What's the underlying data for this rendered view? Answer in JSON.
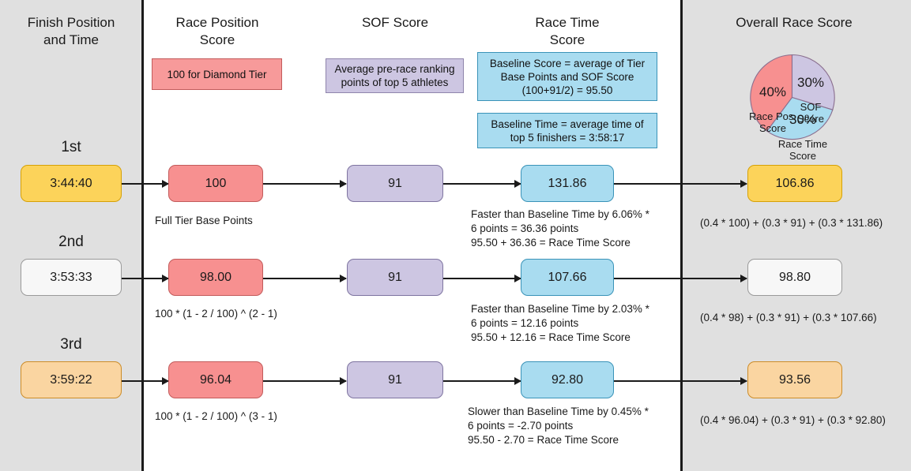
{
  "panels": {
    "left_header": "Finish Position\nand Time",
    "right_header": "Overall Race Score"
  },
  "columns": [
    {
      "id": "race-position-score",
      "title": "Race Position\nScore"
    },
    {
      "id": "sof-score",
      "title": "SOF Score"
    },
    {
      "id": "race-time-score",
      "title": "Race Time\nScore"
    }
  ],
  "notes": {
    "race_position": "100 for Diamond Tier",
    "sof": "Average pre-race ranking\npoints of top 5 athletes",
    "race_time_baseline_score": "Baseline Score = average of Tier\nBase Points and SOF Score\n(100+91/2) = 95.50",
    "race_time_baseline_time": "Baseline Time = average time of\ntop 5 finishers = 3:58:17"
  },
  "rows": [
    {
      "position": "1st",
      "finish_time": "3:44:40",
      "race_position_score": "100",
      "race_position_note": "Full Tier Base Points",
      "sof_score": "91",
      "race_time_score": "131.86",
      "race_time_note": "Faster than Baseline Time by 6.06% *\n6  points = 36.36 points\n95.50 + 36.36 = Race Time Score",
      "overall_score": "106.86",
      "overall_note": "(0.4 * 100) + (0.3 * 91) + (0.3 * 131.86)"
    },
    {
      "position": "2nd",
      "finish_time": "3:53:33",
      "race_position_score": "98.00",
      "race_position_note": "100 * (1 - 2 / 100) ^ (2 - 1)",
      "sof_score": "91",
      "race_time_score": "107.66",
      "race_time_note": "Faster than Baseline Time by 2.03% *\n6  points = 12.16 points\n95.50 + 12.16 = Race Time Score",
      "overall_score": "98.80",
      "overall_note": "(0.4 * 98) + (0.3 * 91) + (0.3 * 107.66)"
    },
    {
      "position": "3rd",
      "finish_time": "3:59:22",
      "race_position_score": "96.04",
      "race_position_note": "100 * (1 - 2 / 100) ^ (3 - 1)",
      "sof_score": "91",
      "race_time_score": "92.80",
      "race_time_note": "Slower than Baseline Time by 0.45% *\n6 points = -2.70 points\n95.50 - 2.70 = Race Time Score",
      "overall_score": "93.56",
      "overall_note": "(0.4 * 96.04) + (0.3 * 91) + (0.3 * 92.80)"
    }
  ],
  "chart_data": {
    "type": "pie",
    "title": "Overall Race Score",
    "categories": [
      "Race Pos. Score",
      "SOF Score",
      "Race Time Score"
    ],
    "values": [
      40,
      30,
      30
    ],
    "value_labels": [
      "40%",
      "30%",
      "30%"
    ],
    "colors": [
      "#f79090",
      "#cdc6e2",
      "#a9dcf0"
    ],
    "legend": "inside-slices",
    "slice_labels": [
      {
        "pct": "40%",
        "name": "Race Pos.\nScore"
      },
      {
        "pct": "30%",
        "name": "SOF\nScore"
      },
      {
        "pct": "30%",
        "name": "Race Time\nScore"
      }
    ]
  }
}
